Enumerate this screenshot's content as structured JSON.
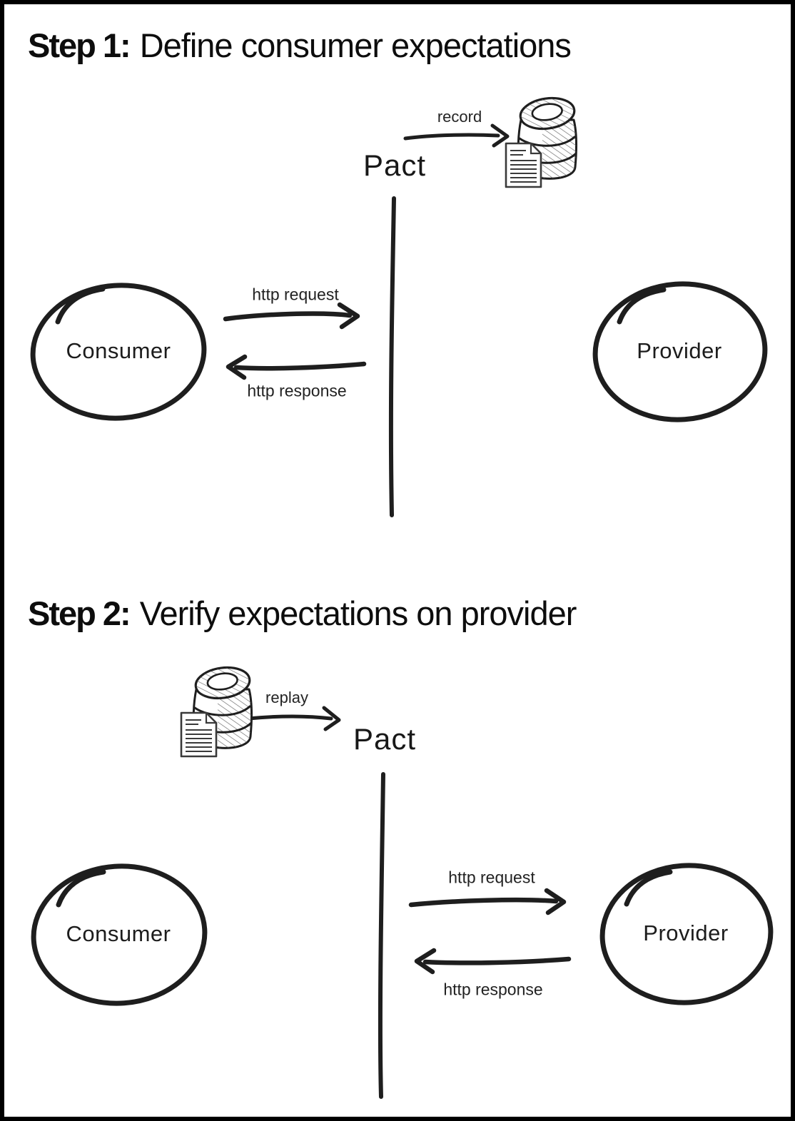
{
  "diagram": {
    "background": "#ffffff",
    "ink_color": "#1e1e1e",
    "icons": {
      "pact_store": "database-icon",
      "pact_contract": "document-icon"
    },
    "steps": [
      {
        "title_prefix": "Step 1:",
        "title": "Define consumer expectations",
        "pact_label": "Pact",
        "store_action_label": "record",
        "consumer_label": "Consumer",
        "provider_label": "Provider",
        "http_request_label": "http request",
        "http_response_label": "http response"
      },
      {
        "title_prefix": "Step 2:",
        "title": "Verify expectations on provider",
        "pact_label": "Pact",
        "store_action_label": "replay",
        "consumer_label": "Consumer",
        "provider_label": "Provider",
        "http_request_label": "http request",
        "http_response_label": "http response"
      }
    ]
  }
}
